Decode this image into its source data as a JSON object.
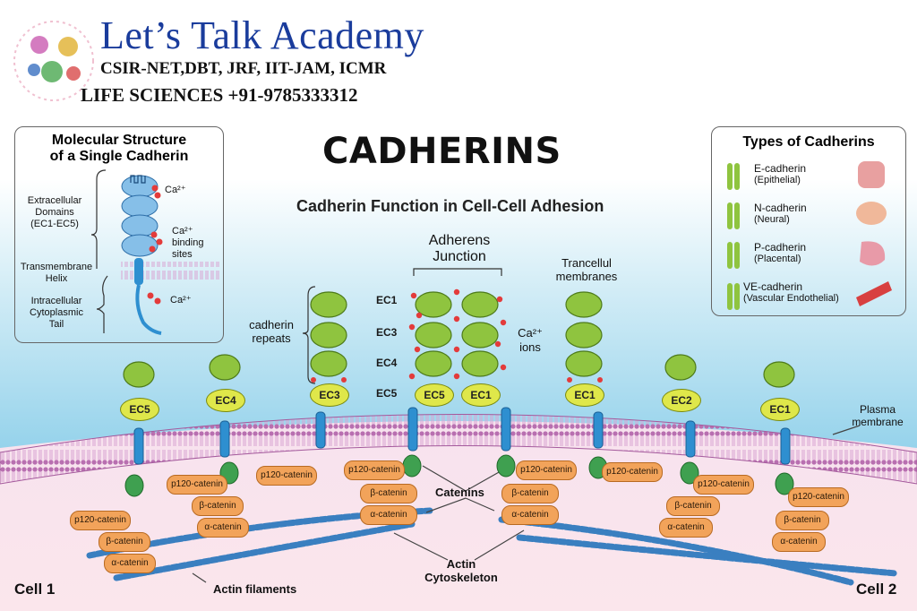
{
  "brand": {
    "title": "Let’s Talk Academy",
    "subtitle": "CSIR-NET,DBT, JRF, IIT-JAM, ICMR",
    "subtitle2": "LIFE SCIENCES  +91-9785333312"
  },
  "title": "CADHERINS",
  "subtitle": "Cadherin Function in Cell-Cell Adhesion",
  "structure_panel": {
    "title_line1": "Molecular Structure",
    "title_line2": "of a Single Cadherin",
    "extracellular_l1": "Extracellular",
    "extracellular_l2": "Domains",
    "extracellular_l3": "(EC1-EC5)",
    "transmembrane_l1": "Transmembrane",
    "transmembrane_l2": "Helix",
    "intracellular_l1": "Intracellular",
    "intracellular_l2": "Cytoplasmic",
    "intracellular_l3": "Tail",
    "ca_label": "Ca²⁺",
    "binding_l1": "binding",
    "binding_l2": "sites"
  },
  "types_panel": {
    "title": "Types of Cadherins",
    "items": [
      {
        "name": "E-cadherin",
        "sub": "(Epithelial)",
        "icon": "intestine-icon",
        "color": "#e8a0a0"
      },
      {
        "name": "N-cadherin",
        "sub": "(Neural)",
        "icon": "brain-icon",
        "color": "#f0b89a"
      },
      {
        "name": "P-cadherin",
        "sub": "(Placental)",
        "icon": "placenta-icon",
        "color": "#e89aa8"
      },
      {
        "name": "VE-cadherin",
        "sub": "(Vascular Endothelial)",
        "icon": "blood-vessel-icon",
        "color": "#d84040"
      }
    ]
  },
  "labels": {
    "adherens_l1": "Adherens",
    "adherens_l2": "Junction",
    "tranc_l1": "Trancellul",
    "tranc_l2": "membranes",
    "cadherin_repeats_l1": "cadherin",
    "cadherin_repeats_l2": "repeats",
    "ca_ions_l1": "Ca²⁺",
    "ca_ions_l2": "ions",
    "plasma_l1": "Plasma",
    "plasma_l2": "membrane",
    "catenins": "Catenins",
    "actin_l1": "Actin",
    "actin_l2": "Cytoskeleton",
    "actin_filaments": "Actin filaments",
    "cell1": "Cell 1",
    "cell2": "Cell 2"
  },
  "ec_column": [
    "EC1",
    "EC3",
    "EC4",
    "EC5"
  ],
  "domain_labels": {
    "d1": "EC5",
    "d2": "EC4",
    "d3": "EC3",
    "d4": "EC5",
    "d5": "EC1",
    "d6": "EC1",
    "d7": "EC2",
    "d8": "EC1"
  },
  "catenins": {
    "p120": "p120-catenin",
    "beta": "β-catenin",
    "alpha": "α-catenin"
  },
  "colors": {
    "membrane": "#c77fbf",
    "ec_domain": "#8fc43f",
    "ec_oval": "#dfe74a",
    "transmembrane": "#2e8fd0",
    "catenin": "#f2a35a",
    "calcium": "#e33b3b",
    "actin": "#3a7fc0",
    "title_blue": "#1a3c9c"
  }
}
